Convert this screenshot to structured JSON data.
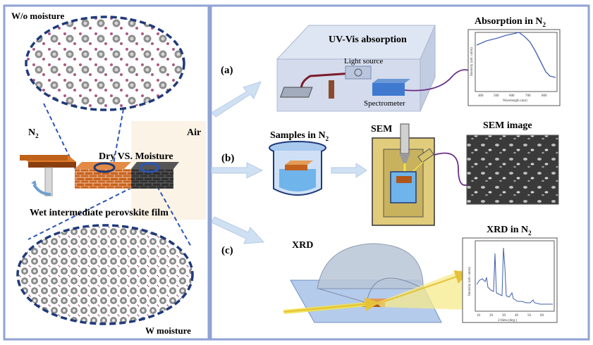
{
  "left_panel": {
    "wo_moisture_label": "W/o moisture",
    "n2_label": "N",
    "n2_sub": "2",
    "air_label": "Air",
    "dry_vs_moisture_label": "Dry VS. Moisture",
    "wet_film_label": "Wet intermediate perovskite film",
    "w_moisture_label": "W moisture"
  },
  "right_panel": {
    "labels": {
      "a": "(a)",
      "b": "(b)",
      "c": "(c)"
    },
    "uvvis": {
      "title": "UV-Vis absorption",
      "light_source": "Light source",
      "spectrometer": "Spectrometer"
    },
    "absorption_plot": {
      "title": "Absorption in N",
      "title_sub": "2",
      "ylabel": "Intensity (arb. units)",
      "xlabel": "Wavelength (nm)",
      "xticks": [
        "400",
        "500",
        "600",
        "700",
        "800"
      ]
    },
    "samples": {
      "label": "Samples in N",
      "label_sub": "2"
    },
    "sem": {
      "label": "SEM",
      "image_title": "SEM image"
    },
    "xrd": {
      "label": "XRD",
      "plot_title": "XRD in N",
      "plot_title_sub": "2",
      "ylabel": "Intensity (arb. units)",
      "xlabel": "2-theta (deg.)",
      "xticks": [
        "10",
        "20",
        "30",
        "40",
        "50",
        "60"
      ]
    }
  },
  "colors": {
    "frame_blue": "#8fa3d4",
    "dashed_navy": "#1f3a7a",
    "arrow_fill": "#cfe0f3",
    "orange_film": "#d2691e",
    "dark_film": "#333333",
    "xrd_line": "#3d5ea8",
    "absorption_line": "#4a67b0"
  }
}
